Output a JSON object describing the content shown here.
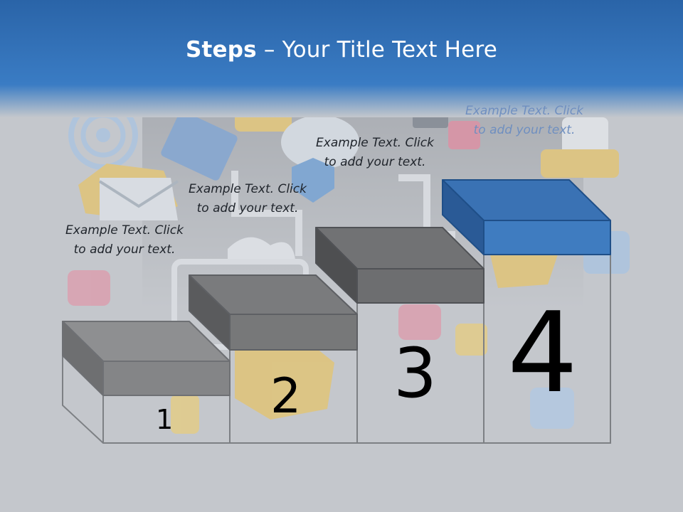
{
  "title": {
    "strong": "Steps",
    "rest": " – Your Title Text Here"
  },
  "steps": [
    {
      "number": "1",
      "text": "Example Text. Click  to add your text."
    },
    {
      "number": "2",
      "text": "Example Text. Click  to add your text."
    },
    {
      "number": "3",
      "text": "Example Text. Click  to add your text."
    },
    {
      "number": "4",
      "text": "Example Text. Click  to add your text."
    }
  ],
  "colors": {
    "header": "#2e6fb6",
    "background": "#c4c7cc",
    "gray_block": "#7d7d7d",
    "blue_block": "#3a72b4"
  }
}
